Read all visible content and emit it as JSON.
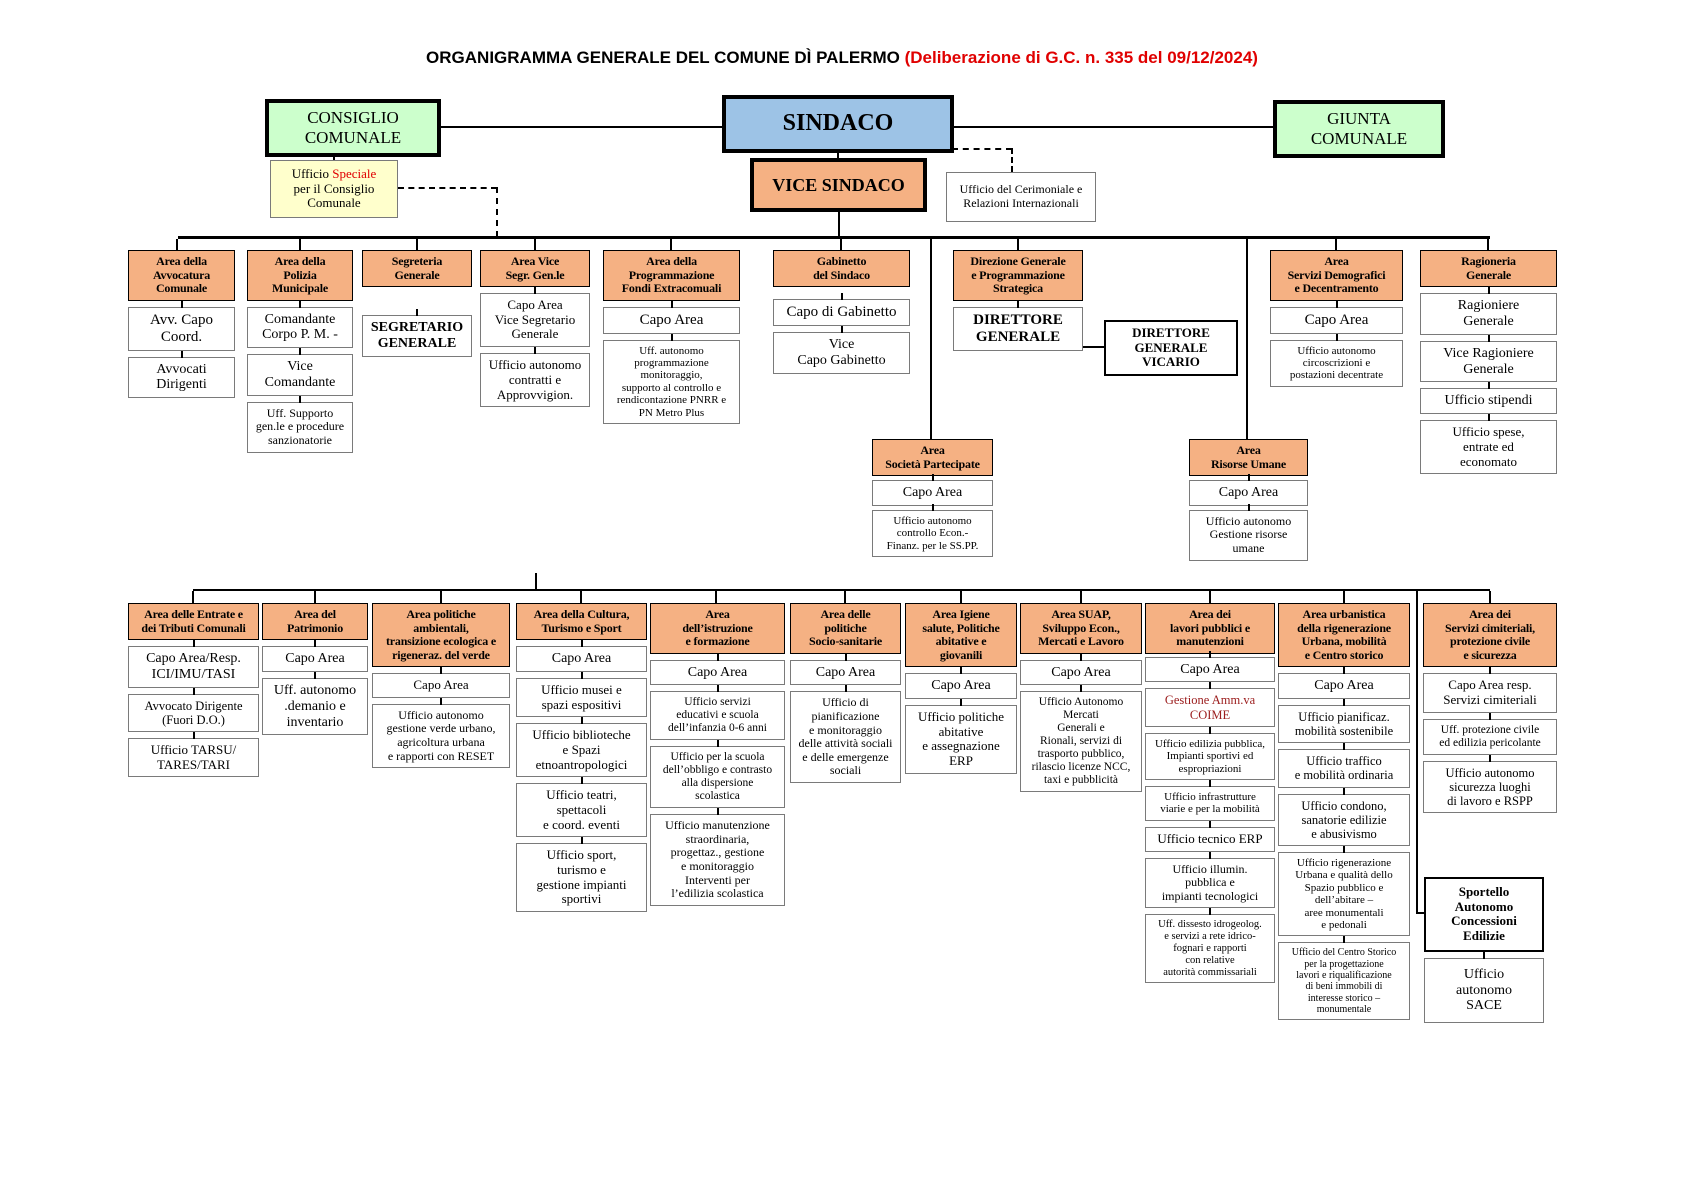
{
  "title": {
    "main": "ORGANIGRAMMA GENERALE DEL COMUNE DÌ PALERMO ",
    "note": "(Deliberazione di G.C. n.  335 del 09/12/2024)"
  },
  "colors": {
    "area_orange": "#F5B183",
    "green": "#CCFFCC",
    "blue": "#9DC3E6",
    "yellow": "#FFFF63",
    "light_yellow": "#FFFFCC",
    "pink": "#F4AEF2",
    "note_red": "#E00000"
  },
  "top": {
    "consiglio": "CONSIGLIO\nCOMUNALE",
    "sindaco": "SINDACO",
    "giunta": "GIUNTA\nCOMUNALE",
    "vice_sindaco": "VICE SINDACO",
    "ufficio_speciale": {
      "pre": "Ufficio ",
      "red": "Speciale",
      "post": "\nper il Consiglio\nComunale"
    },
    "cerimoniale": "Ufficio del Cerimoniale e\nRelazioni Internazionali"
  },
  "tier1": {
    "avvocatura": {
      "header": "Area della\nAvvocatura\nComunale",
      "boxes": [
        "Avv. Capo\nCoord.",
        "Avvocati\nDirigenti"
      ]
    },
    "polizia": {
      "header": "Area della\nPolizia\nMunicipale",
      "boxes": [
        "Comandante\nCorpo P. M. -",
        "Vice\nComandante",
        "Uff. Supporto\ngen.le  e procedure\nsanzionatorie"
      ]
    },
    "segreteria": {
      "header": "Segreteria\nGenerale",
      "boxes": [
        "SEGRETARIO\nGENERALE"
      ]
    },
    "vice_segr": {
      "header": "Area Vice\nSegr. Gen.le",
      "boxes": [
        "Capo Area\nVice Segretario\nGenerale",
        "Ufficio  autonomo\ncontratti  e\nApprovvigion."
      ]
    },
    "programmazione": {
      "header": "Area della\nProgrammazione\nFondi Extracomuali",
      "boxes": [
        "Capo Area",
        "Uff.  autonomo\nprogrammazione\nmonitoraggio,\nsupporto al controllo e\nrendicontazione PNRR e\nPN Metro Plus"
      ]
    },
    "gabinetto": {
      "header": "Gabinetto\ndel Sindaco",
      "boxes": [
        "Capo di Gabinetto",
        "Vice\nCapo Gabinetto"
      ]
    },
    "direzione": {
      "header": "Direzione  Generale\ne Programmazione\nStrategica",
      "boxes": [
        "DIRETTORE\nGENERALE"
      ],
      "side": "DIRETTORE\nGENERALE VICARIO"
    },
    "demografici": {
      "header": "Area\nServizi  Demografici\ne Decentramento",
      "boxes": [
        "Capo Area",
        "Ufficio autonomo\ncircoscrizioni  e\npostazioni decentrate"
      ]
    },
    "ragioneria": {
      "header": "Ragioneria\nGenerale",
      "boxes": [
        "Ragioniere\nGenerale",
        "Vice Ragioniere\nGenerale",
        "Ufficio  stipendi",
        "Ufficio spese,\nentrate  ed\neconomato"
      ]
    },
    "partecipate": {
      "header": "Area\nSocietà Partecipate",
      "boxes": [
        "Capo Area",
        "Ufficio autonomo\ncontrollo Econ.-\nFinanz.  per le SS.PP."
      ]
    },
    "risorse": {
      "header": "Area\nRisorse Umane",
      "boxes": [
        "Capo Area",
        "Ufficio autonomo\nGestione risorse\numane"
      ]
    }
  },
  "tier2": {
    "entrate": {
      "header": "Area delle Entrate  e\ndei Tributi Comunali",
      "boxes": [
        "Capo Area/Resp.\nICI/IMU/TASI",
        "Avvocato Dirigente\n(Fuori D.O.)",
        "Ufficio TARSU/\nTARES/TARI"
      ]
    },
    "patrimonio": {
      "header": "Area del\nPatrimonio",
      "boxes": [
        "Capo Area",
        "Uff. autonomo\n.demanio e\ninventario"
      ]
    },
    "ambientali": {
      "header": "Area politiche\nambientali,\ntransizione ecologica e\nrigeneraz. del verde",
      "boxes": [
        "Capo Area",
        "Ufficio autonomo\ngestione verde urbano,\nagricoltura urbana\ne rapporti con RESET"
      ]
    },
    "cultura": {
      "header": "Area della  Cultura,\nTurismo e Sport",
      "boxes": [
        "Capo Area",
        "Ufficio musei e\nspazi espositivi",
        "Ufficio biblioteche\ne  Spazi\netnoantropologici",
        "Ufficio teatri,\nspettacoli\ne coord. eventi",
        "Ufficio sport,\nturismo e\ngestione impianti\nsportivi"
      ]
    },
    "istruzione": {
      "header": "Area\ndell’istruzione\ne  formazione",
      "boxes": [
        "Capo Area",
        "Ufficio servizi\neducativi e scuola\ndell’infanzia 0-6 anni",
        "Ufficio per la scuola\ndell’obbligo e contrasto\nalla dispersione\nscolastica",
        "Ufficio manutenzione\nstraordinaria,\nprogettaz., gestione\ne monitoraggio\nInterventi per\nl’edilizia scolastica"
      ]
    },
    "sociosanitarie": {
      "header": "Area delle\npolitiche\nSocio-sanitarie",
      "boxes": [
        "Capo Area",
        "Ufficio di\npianificazione\ne monitoraggio\ndelle attività sociali\ne delle emergenze\nsociali"
      ]
    },
    "igiene": {
      "header": "Area Igiene\nsalute, Politiche\nabitative e\ngiovanili",
      "boxes": [
        "Capo Area",
        "Ufficio politiche\nabitative\ne assegnazione\nERP"
      ]
    },
    "suap": {
      "header": "Area SUAP,\nSviluppo Econ.,\nMercati e Lavoro",
      "boxes": [
        "Capo Area",
        "Ufficio  Autonomo\nMercati\nGenerali e\nRionali, servizi di\ntrasporto pubblico,\nrilascio licenze NCC,\ntaxi e pubblicità"
      ]
    },
    "lavori": {
      "header": "Area dei\nlavori pubblici e\nmanutenzioni",
      "boxes": [
        "Capo Area",
        "Gestione Amm.va\nCOIME",
        "Ufficio edilizia pubblica,\nImpianti sportivi ed\nespropriazioni",
        "Ufficio infrastrutture\nviarie e per la mobilità",
        "Ufficio tecnico ERP",
        "Ufficio illumin.\npubblica  e\nimpianti tecnologici",
        "Uff. dissesto idrogeolog.\ne servizi a rete idrico-\nfognari e rapporti\ncon relative\nautorità commissariali"
      ]
    },
    "urbanistica": {
      "header": "Area urbanistica\ndella rigenerazione\nUrbana, mobilità\ne Centro storico",
      "boxes": [
        "Capo Area",
        "Ufficio pianificaz.\nmobilità  sostenibile",
        "Ufficio traffico\ne mobilità ordinaria",
        "Ufficio condono,\nsanatorie edilizie\ne abusivismo",
        "Ufficio  rigenerazione\nUrbana e qualità dello\nSpazio pubblico e\ndell’abitare –\naree monumentali\ne pedonali",
        "Ufficio  del Centro Storico\nper la  progettazione\nlavori e riqualificazione\ndi beni immobili di\ninteresse storico –\nmonumentale"
      ]
    },
    "cimiteriali": {
      "header": "Area dei\nServizi cimiteriali,\nprotezione civile\ne sicurezza",
      "boxes": [
        "Capo Area resp.\nServizi cimiteriali",
        "Uff. protezione civile\ned edilizia pericolante",
        "Ufficio autonomo\nsicurezza luoghi\ndi lavoro e RSPP"
      ]
    }
  },
  "sportello": {
    "header": "Sportello\nAutonomo\nConcessioni\nEdilizie",
    "box": "Ufficio\nautonomo\nSACE"
  }
}
